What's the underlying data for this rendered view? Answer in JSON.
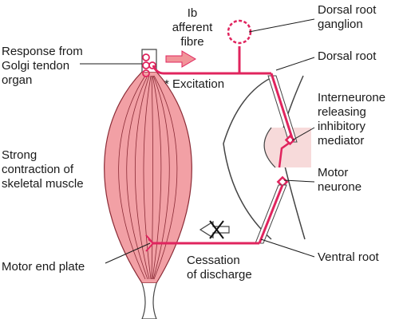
{
  "labels": {
    "ib_afferent": "Ib\nafferent\nfibre",
    "golgi_response": "Response from\nGolgi tendon\norgan",
    "excitation": "* Excitation",
    "dorsal_root_ganglion": "Dorsal root\nganglion",
    "dorsal_root": "Dorsal root",
    "interneurone": "Interneurone\nreleasing\ninhibitory\nmediator",
    "motor_neurone": "Motor\nneurone",
    "strong_contraction": "Strong\ncontraction of\nskeletal muscle",
    "motor_end_plate": "Motor end plate",
    "cessation": "Cessation\nof discharge",
    "ventral_root": "Ventral root"
  },
  "colors": {
    "nerve": "#e0245e",
    "muscle_fill": "#f2a0a5",
    "muscle_line": "#8a2a35",
    "cord_fill": "#f7dada",
    "outline": "#444444"
  },
  "icons": {
    "afferent_arrow": "right-arrow-icon",
    "blocked_arrow": "crossed-left-arrow-icon"
  }
}
